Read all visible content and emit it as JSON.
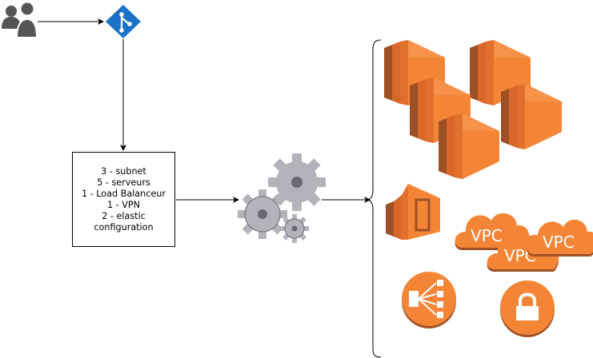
{
  "config_box": {
    "lines": [
      "3 - subnet",
      "5 - serveurs",
      "1 - Load Balanceur",
      "1 - VPN",
      "2 - elastic",
      "configuration"
    ]
  },
  "vpc_label": "VPC",
  "colors": {
    "aws_orange": "#f58536",
    "aws_orange_dark": "#9d5025",
    "aws_orange_mid": "#d9672a",
    "git_blue": "#1a73c8",
    "users_gray": "#555555",
    "gear_gray": "#b3b3bb",
    "gear_dark": "#6a6a73"
  },
  "icons": [
    "users-icon",
    "git-icon",
    "gears-icon",
    "ec2-instances-icon",
    "ec2-instance-icon",
    "vpc-cloud-icon",
    "load-balancer-icon",
    "vpn-lock-icon",
    "curly-brace"
  ]
}
